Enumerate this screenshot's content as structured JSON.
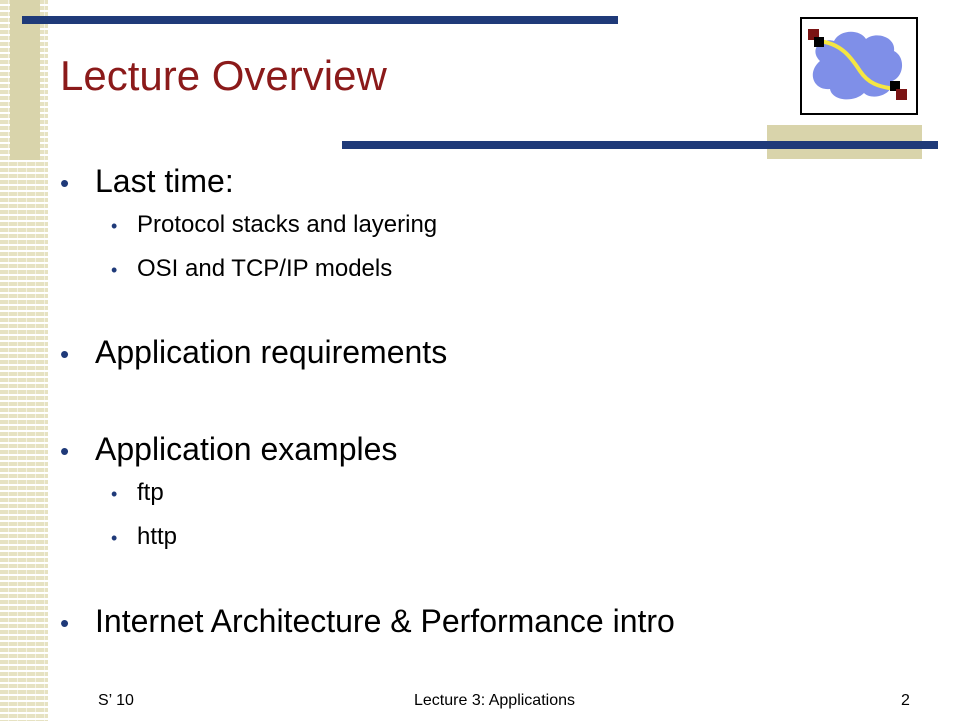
{
  "slide": {
    "title": "Lecture Overview",
    "bullets": [
      {
        "text": "Last time:",
        "sub": [
          "Protocol stacks and layering",
          "OSI and TCP/IP models"
        ]
      },
      {
        "text": "Application requirements",
        "sub": []
      },
      {
        "text": "Application examples",
        "sub": [
          "ftp",
          "http"
        ]
      },
      {
        "text": "Internet Architecture & Performance intro",
        "sub": []
      }
    ]
  },
  "footer": {
    "left": "S’ 10",
    "center": "Lecture 3: Applications",
    "page": "2"
  },
  "colors": {
    "title": "#8b1a1a",
    "accent_line": "#1f3a79",
    "gold": "#d9d4ab",
    "cloud": "#7f8fe8",
    "link": "#f5e642",
    "node_dark": "#7a1414"
  }
}
